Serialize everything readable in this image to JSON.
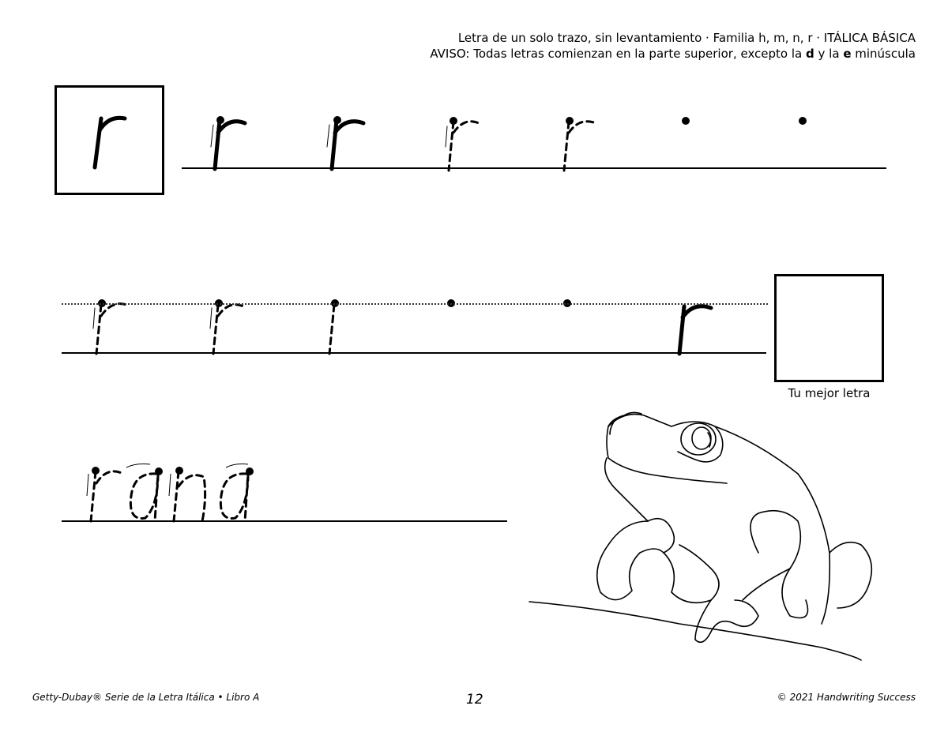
{
  "header": {
    "line1": "Letra de un solo trazo, sin levantamiento · Familia h, m, n, r · ITÁLICA BÁSICA",
    "line2_pre": "AVISO: Todas letras comienzan en la parte superior, excepto la ",
    "line2_d": "d",
    "line2_mid": " y la ",
    "line2_e": "e",
    "line2_post": " minúscula"
  },
  "best_letter_label": "Tu mejor letra",
  "footer": {
    "left": "Getty-Dubay® Serie de la Letra Itálica • Libro A",
    "page": "12",
    "right": "© 2021 Handwriting Success"
  }
}
